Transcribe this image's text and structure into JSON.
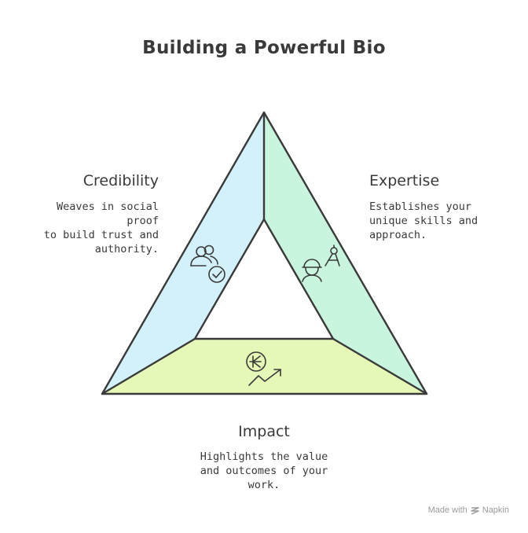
{
  "title": "Building a Powerful Bio",
  "sections": {
    "credibility": {
      "heading": "Credibility",
      "description": "Weaves in social proof\nto build trust and\nauthority.",
      "color": "#d3f1fb",
      "icon": "users-check-icon"
    },
    "expertise": {
      "heading": "Expertise",
      "description": "Establishes your\nunique skills and\napproach.",
      "color": "#c9f5de",
      "icon": "worker-compass-icon"
    },
    "impact": {
      "heading": "Impact",
      "description": "Highlights the value\nand outcomes of your\nwork.",
      "color": "#e6f8b8",
      "icon": "coin-growth-icon"
    }
  },
  "footer": {
    "made_with": "Made with",
    "brand": "Napkin"
  },
  "colors": {
    "outline": "#3a3a3a",
    "text": "#3a3a3a"
  }
}
